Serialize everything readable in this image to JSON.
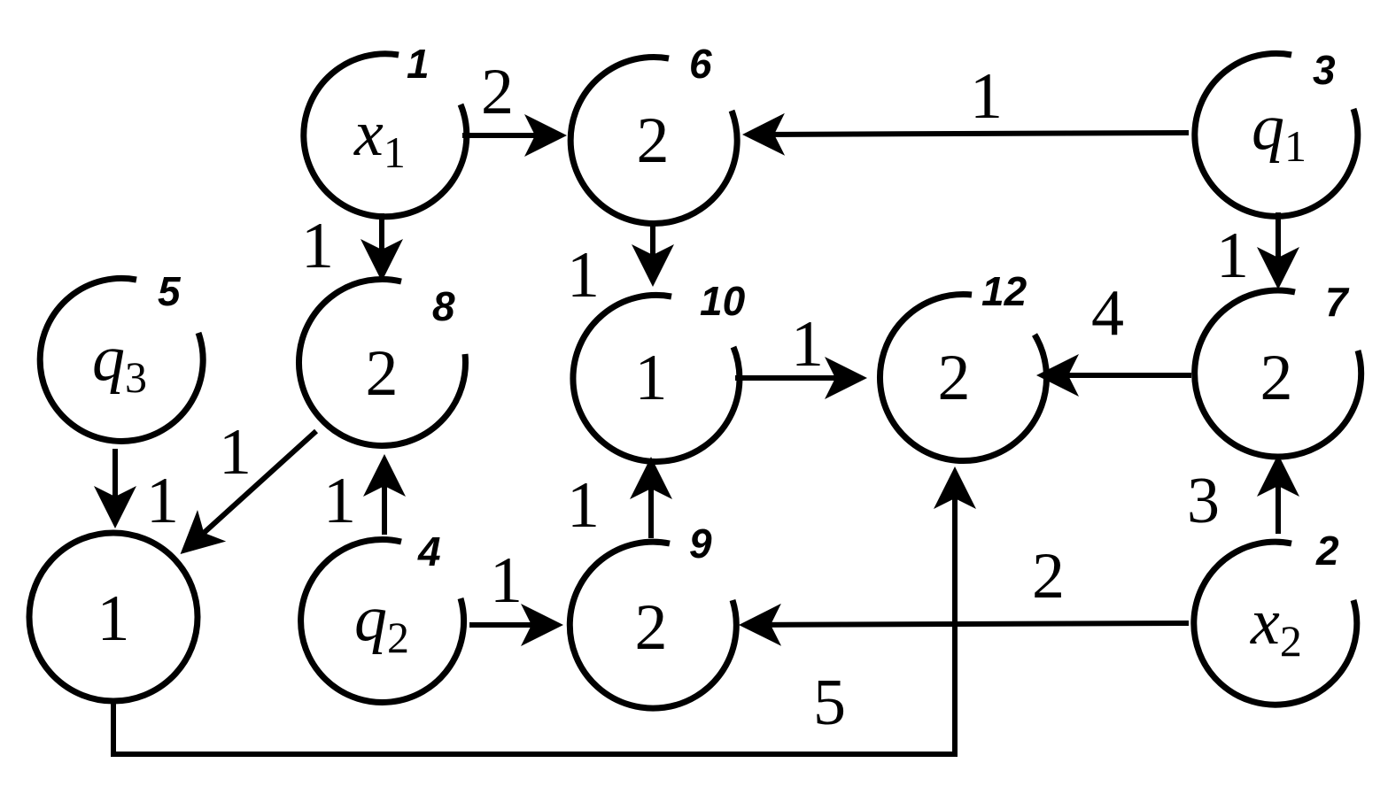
{
  "nodes": [
    {
      "id": "1",
      "label": "x",
      "sub": "1"
    },
    {
      "id": "2",
      "label": "x",
      "sub": "2"
    },
    {
      "id": "3",
      "label": "q",
      "sub": "1"
    },
    {
      "id": "4",
      "label": "q",
      "sub": "2"
    },
    {
      "id": "5",
      "label": "q",
      "sub": "3"
    },
    {
      "id": "6",
      "label": "2",
      "sub": ""
    },
    {
      "id": "7",
      "label": "2",
      "sub": ""
    },
    {
      "id": "8",
      "label": "2",
      "sub": ""
    },
    {
      "id": "9",
      "label": "2",
      "sub": ""
    },
    {
      "id": "10",
      "label": "1",
      "sub": ""
    },
    {
      "id": "12",
      "label": "2",
      "sub": ""
    },
    {
      "id": "",
      "label": "1",
      "sub": ""
    }
  ],
  "edges": [
    {
      "from": "1",
      "to": "6",
      "weight": "2"
    },
    {
      "from": "3",
      "to": "6",
      "weight": "1"
    },
    {
      "from": "1",
      "to": "8",
      "weight": "1"
    },
    {
      "from": "6",
      "to": "10",
      "weight": "1"
    },
    {
      "from": "3",
      "to": "7",
      "weight": "1"
    },
    {
      "from": "5",
      "to": "out",
      "weight": "1"
    },
    {
      "from": "8",
      "to": "out",
      "weight": "1"
    },
    {
      "from": "4",
      "to": "8",
      "weight": "1"
    },
    {
      "from": "10",
      "to": "12",
      "weight": "1"
    },
    {
      "from": "7",
      "to": "12",
      "weight": "4"
    },
    {
      "from": "9",
      "to": "10",
      "weight": "1"
    },
    {
      "from": "4",
      "to": "9",
      "weight": "1"
    },
    {
      "from": "2",
      "to": "7",
      "weight": "3"
    },
    {
      "from": "2",
      "to": "9",
      "weight": "2"
    },
    {
      "from": "out",
      "to": "12",
      "weight": "5"
    }
  ]
}
